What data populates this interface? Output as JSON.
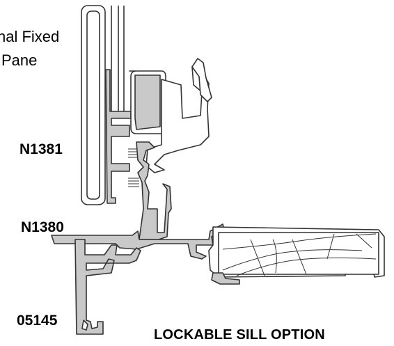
{
  "labels": {
    "pane_line1": "nal Fixed",
    "pane_line2": "Pane",
    "part_n1381": "N1381",
    "part_n1380": "N1380",
    "part_05145": "05145",
    "caption": "LOCKABLE SILL  OPTION"
  },
  "colors": {
    "profile_fill": "#c9c9c9",
    "profile_stroke": "#333333",
    "background": "#ffffff"
  }
}
